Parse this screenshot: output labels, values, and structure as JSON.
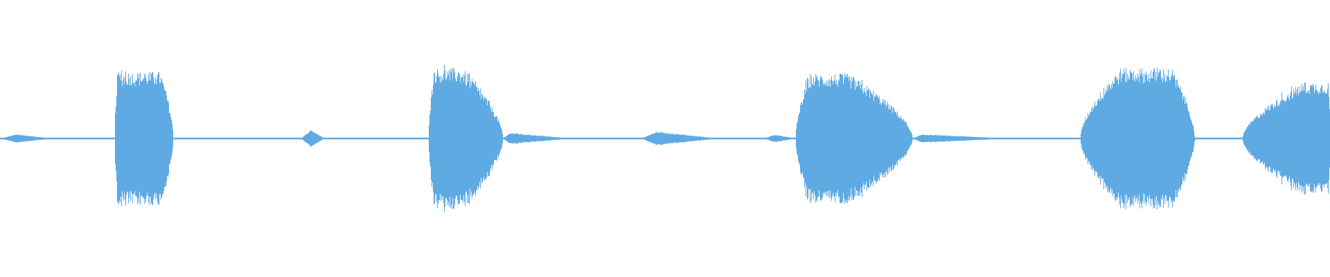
{
  "waveform": {
    "color": "#5faae3",
    "background": "#ffffff",
    "duration_fraction_note": "",
    "segments": [
      {
        "kind": "tail",
        "start": 0.0,
        "end": 0.04,
        "level": 0.06,
        "attack": 0.3,
        "release": 0.7
      },
      {
        "kind": "burst",
        "start": 0.086,
        "end": 0.13,
        "level": 0.95,
        "attack": 0.05,
        "release": 0.22
      },
      {
        "kind": "blip",
        "start": 0.226,
        "end": 0.244,
        "level": 0.12,
        "attack": 0.4,
        "release": 0.6
      },
      {
        "kind": "burst",
        "start": 0.322,
        "end": 0.378,
        "level": 1.0,
        "attack": 0.08,
        "release": 0.55
      },
      {
        "kind": "tail",
        "start": 0.378,
        "end": 0.43,
        "level": 0.08,
        "attack": 0.1,
        "release": 0.9
      },
      {
        "kind": "blip",
        "start": 0.482,
        "end": 0.54,
        "level": 0.1,
        "attack": 0.2,
        "release": 0.8
      },
      {
        "kind": "blip",
        "start": 0.574,
        "end": 0.598,
        "level": 0.05,
        "attack": 0.3,
        "release": 0.6
      },
      {
        "kind": "burst",
        "start": 0.598,
        "end": 0.686,
        "level": 0.92,
        "attack": 0.12,
        "release": 0.55
      },
      {
        "kind": "tail",
        "start": 0.686,
        "end": 0.76,
        "level": 0.06,
        "attack": 0.1,
        "release": 0.9
      },
      {
        "kind": "burst",
        "start": 0.812,
        "end": 0.898,
        "level": 1.0,
        "attack": 0.35,
        "release": 0.2
      },
      {
        "kind": "burst",
        "start": 0.934,
        "end": 1.0,
        "level": 0.8,
        "attack": 0.7,
        "release": 0.02
      }
    ]
  }
}
